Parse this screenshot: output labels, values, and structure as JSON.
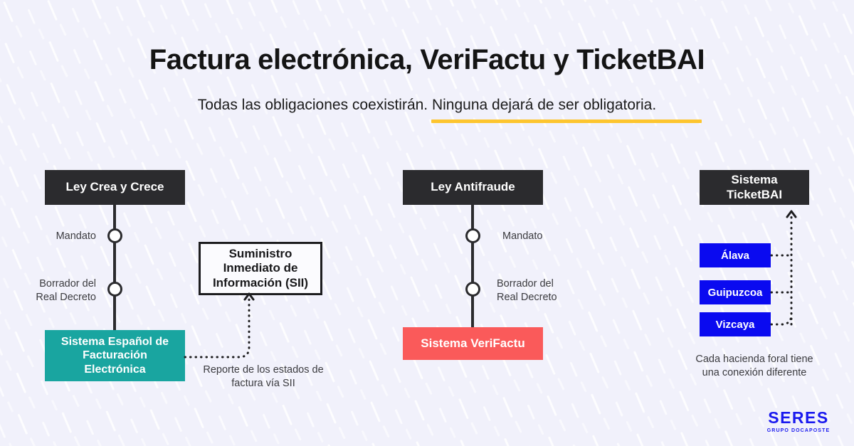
{
  "header": {
    "title": "Factura electrónica, VeriFactu y TicketBAI",
    "subtitle": "Todas las obligaciones coexistirán. Ninguna dejará de ser obligatoria.",
    "underline_color": "#fdc52f"
  },
  "columns": {
    "crea_y_crece": {
      "header_label": "Ley Crea y Crece",
      "nodes": [
        {
          "label": "Mandato"
        },
        {
          "label": "Borrador del\nReal Decreto"
        }
      ],
      "terminal_label": "Sistema Español de Facturación Electrónica",
      "terminal_color": "#19a5a0",
      "side_box_label": "Suministro Inmediato de Información (SII)",
      "connector_caption": "Reporte de los estados de factura vía SII"
    },
    "antifraude": {
      "header_label": "Ley Antifraude",
      "nodes": [
        {
          "label": "Mandato"
        },
        {
          "label": "Borrador del\nReal Decreto"
        }
      ],
      "terminal_label": "Sistema VeriFactu",
      "terminal_color": "#fa5a5a"
    },
    "ticketbai": {
      "header_label": "Sistema TicketBAI",
      "provinces": [
        {
          "label": "Álava"
        },
        {
          "label": "Guipuzcoa"
        },
        {
          "label": "Vizcaya"
        }
      ],
      "province_color": "#0a0af0",
      "caption": "Cada hacienda foral tiene una conexión diferente"
    }
  },
  "brand": {
    "name": "SERES",
    "tagline": "GRUPO DOCAPOSTE",
    "color": "#1a1aef"
  },
  "theme": {
    "background": "#f1f1fb",
    "dark": "#2b2b2e",
    "text": "#3b3b3f"
  }
}
